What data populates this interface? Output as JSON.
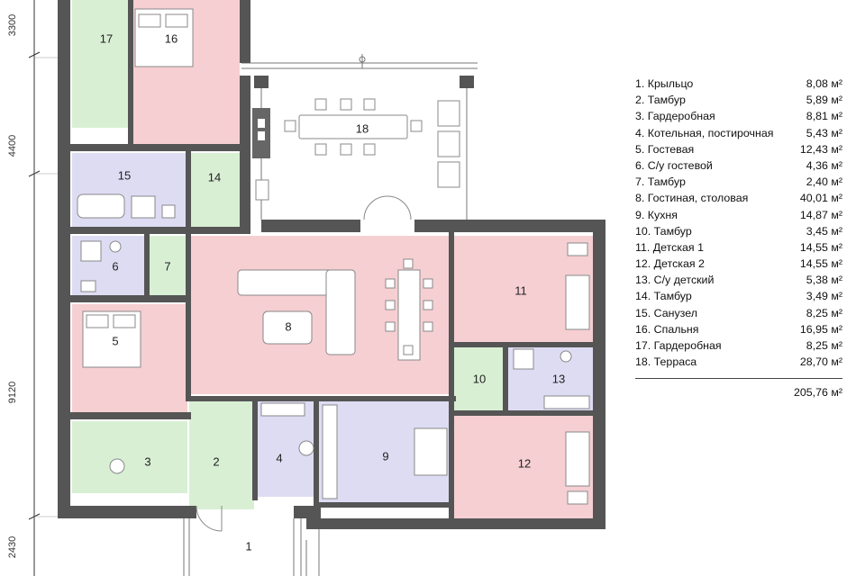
{
  "colors": {
    "living": "#f6cfd3",
    "wet": "#dedcf3",
    "service": "#d8efd4",
    "kitchen": "#dedcf3",
    "wall": "#555555",
    "terrace": "#ffffff"
  },
  "dimensions": [
    "3300",
    "4400",
    "9120",
    "2430"
  ],
  "rooms": [
    {
      "id": "r1",
      "number": "1",
      "name": "Крыльцо",
      "area": "8,08 м²",
      "fill": "terrace"
    },
    {
      "id": "r2",
      "number": "2",
      "name": "Тамбур",
      "area": "5,89 м²",
      "fill": "service"
    },
    {
      "id": "r3",
      "number": "3",
      "name": "Гардеробная",
      "area": "8,81 м²",
      "fill": "service"
    },
    {
      "id": "r4",
      "number": "4",
      "name": "Котельная, постирочная",
      "area": "5,43 м²",
      "fill": "wet"
    },
    {
      "id": "r5",
      "number": "5",
      "name": "Гостевая",
      "area": "12,43 м²",
      "fill": "living"
    },
    {
      "id": "r6",
      "number": "6",
      "name": "С/у гостевой",
      "area": "4,36 м²",
      "fill": "wet"
    },
    {
      "id": "r7",
      "number": "7",
      "name": "Тамбур",
      "area": "2,40 м²",
      "fill": "service"
    },
    {
      "id": "r8",
      "number": "8",
      "name": "Гостиная, столовая",
      "area": "40,01 м²",
      "fill": "living"
    },
    {
      "id": "r9",
      "number": "9",
      "name": "Кухня",
      "area": "14,87 м²",
      "fill": "kitchen"
    },
    {
      "id": "r10",
      "number": "10",
      "name": "Тамбур",
      "area": "3,45 м²",
      "fill": "service"
    },
    {
      "id": "r11",
      "number": "11",
      "name": "Детская 1",
      "area": "14,55 м²",
      "fill": "living"
    },
    {
      "id": "r12",
      "number": "12",
      "name": "Детская 2",
      "area": "14,55 м²",
      "fill": "living"
    },
    {
      "id": "r13",
      "number": "13",
      "name": "С/у детский",
      "area": "5,38 м²",
      "fill": "wet"
    },
    {
      "id": "r14",
      "number": "14",
      "name": "Тамбур",
      "area": "3,49 м²",
      "fill": "service"
    },
    {
      "id": "r15",
      "number": "15",
      "name": "Санузел",
      "area": "8,25 м²",
      "fill": "wet"
    },
    {
      "id": "r16",
      "number": "16",
      "name": "Спальня",
      "area": "16,95 м²",
      "fill": "living"
    },
    {
      "id": "r17",
      "number": "17",
      "name": "Гардеробная",
      "area": "8,25 м²",
      "fill": "service"
    },
    {
      "id": "r18",
      "number": "18",
      "name": "Терраса",
      "area": "28,70 м²",
      "fill": "terrace"
    }
  ],
  "total_area": "205,76 м²"
}
